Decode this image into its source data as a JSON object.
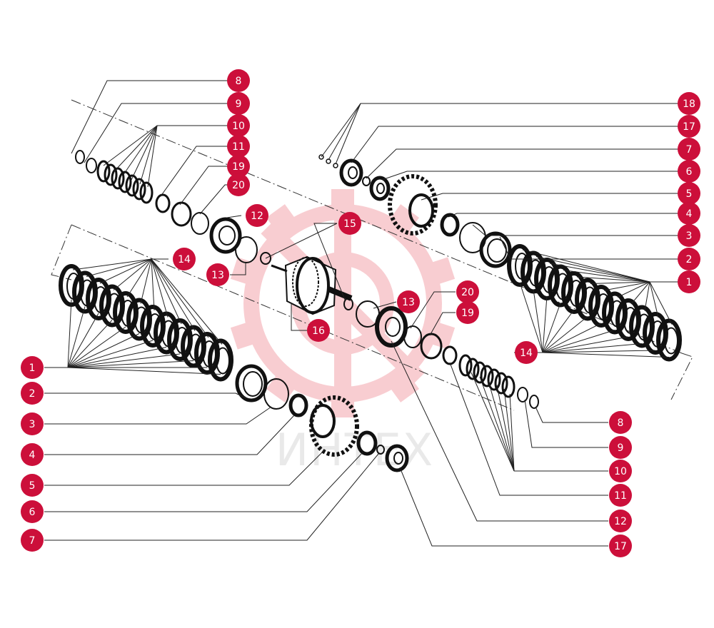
{
  "watermark": {
    "text": "ИНТЕХ",
    "color": "#f4a6ad"
  },
  "colors": {
    "callout": "#cc0f3a",
    "ink": "#111111",
    "leader": "#222222"
  },
  "callouts": [
    {
      "id": "c-8-top",
      "label": "8"
    },
    {
      "id": "c-9-top",
      "label": "9"
    },
    {
      "id": "c-10-top",
      "label": "10"
    },
    {
      "id": "c-11-top",
      "label": "11"
    },
    {
      "id": "c-19-top",
      "label": "19"
    },
    {
      "id": "c-20-top",
      "label": "20"
    },
    {
      "id": "c-12-top",
      "label": "12"
    },
    {
      "id": "c-15",
      "label": "15"
    },
    {
      "id": "c-13-left",
      "label": "13"
    },
    {
      "id": "c-14-left",
      "label": "14"
    },
    {
      "id": "c-16",
      "label": "16"
    },
    {
      "id": "c-13-right",
      "label": "13"
    },
    {
      "id": "c-20-mid",
      "label": "20"
    },
    {
      "id": "c-19-mid",
      "label": "19"
    },
    {
      "id": "c-18",
      "label": "18"
    },
    {
      "id": "c-17-top",
      "label": "17"
    },
    {
      "id": "c-7-right",
      "label": "7"
    },
    {
      "id": "c-6-right",
      "label": "6"
    },
    {
      "id": "c-5-right",
      "label": "5"
    },
    {
      "id": "c-4-right",
      "label": "4"
    },
    {
      "id": "c-3-right",
      "label": "3"
    },
    {
      "id": "c-2-right",
      "label": "2"
    },
    {
      "id": "c-1-right",
      "label": "1"
    },
    {
      "id": "c-14-right",
      "label": "14"
    },
    {
      "id": "c-1-left",
      "label": "1"
    },
    {
      "id": "c-2-left",
      "label": "2"
    },
    {
      "id": "c-3-left",
      "label": "3"
    },
    {
      "id": "c-4-left",
      "label": "4"
    },
    {
      "id": "c-5-left",
      "label": "5"
    },
    {
      "id": "c-6-left",
      "label": "6"
    },
    {
      "id": "c-7-left",
      "label": "7"
    },
    {
      "id": "c-8-bottom",
      "label": "8"
    },
    {
      "id": "c-9-bottom",
      "label": "9"
    },
    {
      "id": "c-10-bottom",
      "label": "10"
    },
    {
      "id": "c-11-bottom",
      "label": "11"
    },
    {
      "id": "c-12-bottom",
      "label": "12"
    },
    {
      "id": "c-17-bottom",
      "label": "17"
    }
  ]
}
